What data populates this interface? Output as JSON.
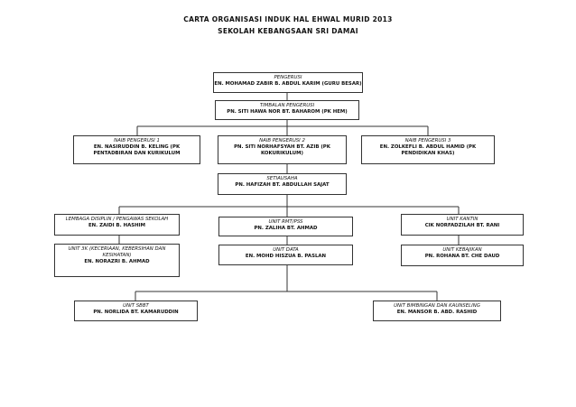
{
  "header": {
    "title": "CARTA ORGANISASI INDUK HAL EHWAL MURID 2013",
    "subtitle": "SEKOLAH KEBANGSAAN SRI DAMAI"
  },
  "nodes": {
    "pengerusi": {
      "role": "PENGERUSI",
      "name": "EN. MOHAMAD ZABIR B. ABDUL KARIM (GURU BESAR)"
    },
    "timbalan": {
      "role": "TIMBALAN PENGERUSI",
      "name": "PN. SITI HAWA NOR BT. BAHAROM (PK HEM)"
    },
    "naib1": {
      "role": "NAIB PENGERUSI 1",
      "name": "EN. NASIRUDDIN B. KELING (PK PENTADBIRAN DAN KURIKULUM"
    },
    "naib2": {
      "role": "NAIB PENGERUSI 2",
      "name": "PN. SITI NORHAFSYAH BT. AZIB (PK KOKURIKULUM)"
    },
    "naib3": {
      "role": "NAIB PENGERUSI 3",
      "name": "EN. ZOLKEFLI B. ABDUL HAMID (PK PENDIDIKAN KHAS)"
    },
    "setiausaha": {
      "role": "SETIAUSAHA",
      "name": "PN. HAFIZAH BT. ABDULLAH SAJAT"
    },
    "lembaga": {
      "role": "LEMBAGA DISIPLIN / PENGAWAS SEKOLAH",
      "name": "EN. ZAIDI B. HASHIM"
    },
    "rmt": {
      "role": "UNIT RMT/PSS",
      "name": "PN. ZALIHA BT. AHMAD"
    },
    "kantin": {
      "role": "UNIT KANTIN",
      "name": "CIK NORFADZILAH BT. RANI"
    },
    "unit3k": {
      "role": "UNIT 3K (KECERIAAN, KEBERSIHAN DAN KESIHATAN)",
      "name": "EN. NORAZRI B. AHMAD"
    },
    "data": {
      "role": "UNIT DATA",
      "name": "EN. MOHD HISZUA B. PASLAN"
    },
    "biasiswa": {
      "role": "UNIT KEBAJIKAN",
      "name": "PN. ROHANA BT. CHE DAUD"
    },
    "sbbt": {
      "role": "UNIT SBBT",
      "name": "PN. NORLIDA BT. KAMARUDDIN"
    },
    "bimbingan": {
      "role": "UNIT BIMBINGAN DAN KAUNSELING",
      "name": "EN. MANSOR B. ABD. RASHID"
    }
  }
}
